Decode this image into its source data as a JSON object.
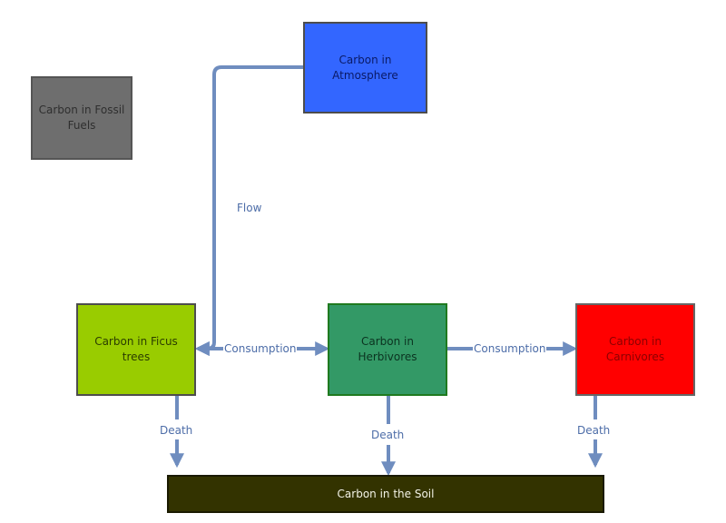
{
  "nodes": {
    "atmosphere": "Carbon in Atmosphere",
    "fossil_fuels": "Carbon in Fossil Fuels",
    "ficus_trees": "Carbon in Ficus trees",
    "herbivores": "Carbon in Herbivores",
    "carnivores": "Carbon in Carnivores",
    "soil": "Carbon in the Soil"
  },
  "edges": {
    "flow": "Flow",
    "consumption_1": "Consumption",
    "consumption_2": "Consumption",
    "death_1": "Death",
    "death_2": "Death",
    "death_3": "Death"
  },
  "colors": {
    "arrow": "#6f8dbf",
    "atmosphere": "#3366ff",
    "fossil_fuels": "#6e6e6e",
    "ficus_trees": "#99cc00",
    "herbivores": "#339966",
    "carnivores": "#ff0000",
    "soil": "#333300"
  }
}
